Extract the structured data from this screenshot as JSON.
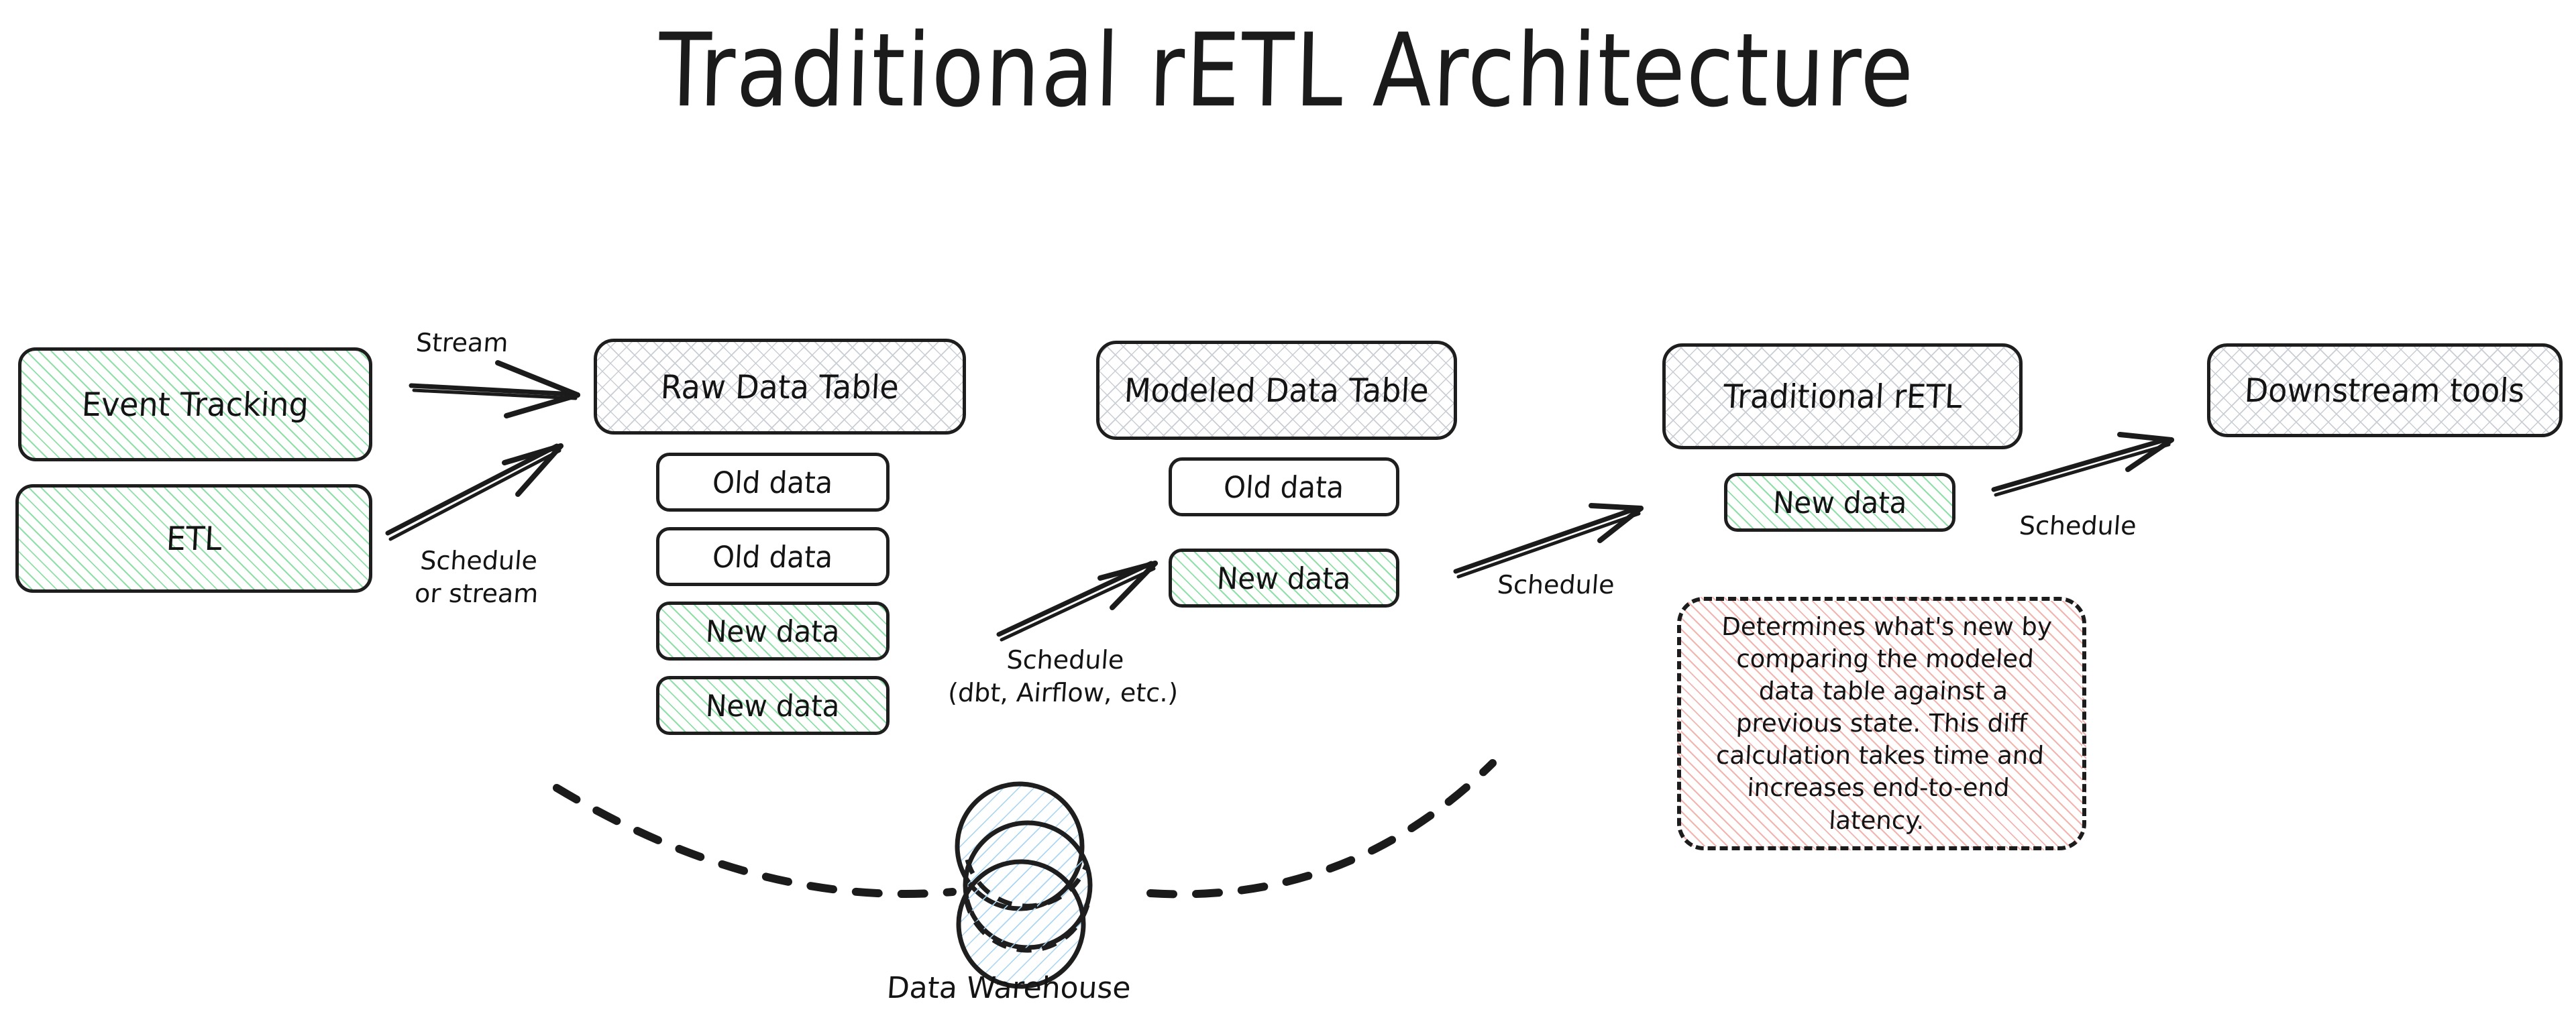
{
  "title": "Traditional rETL Architecture",
  "colors": {
    "ink": "#1e1e1e",
    "green_hatch": "#8fe0a8",
    "grey_hatch": "#c9cdd4",
    "pink_hatch": "#f3b4ae",
    "blue_hatch": "#a8d4f2",
    "background": "#ffffff"
  },
  "sources": [
    {
      "label": "Event Tracking"
    },
    {
      "label": "ETL"
    }
  ],
  "columns": [
    {
      "header": "Raw Data Table",
      "rows": [
        {
          "label": "Old data",
          "state": "old"
        },
        {
          "label": "Old data",
          "state": "old"
        },
        {
          "label": "New data",
          "state": "new"
        },
        {
          "label": "New data",
          "state": "new"
        }
      ]
    },
    {
      "header": "Modeled Data Table",
      "rows": [
        {
          "label": "Old data",
          "state": "old"
        },
        {
          "label": "New data",
          "state": "new"
        }
      ]
    },
    {
      "header": "Traditional rETL",
      "rows": [
        {
          "label": "New data",
          "state": "new"
        }
      ]
    },
    {
      "header": "Downstream tools",
      "rows": []
    }
  ],
  "edges": [
    {
      "label": "Stream"
    },
    {
      "label": "Schedule\nor stream"
    },
    {
      "label": "Schedule\n(dbt, Airflow, etc.)"
    },
    {
      "label": "Schedule"
    },
    {
      "label": "Schedule"
    }
  ],
  "note": {
    "text": "Determines what's new by comparing the modeled data table against a previous state. This diff calculation takes time and increases end-to-end latency."
  },
  "warehouse": {
    "label": "Data Warehouse"
  }
}
